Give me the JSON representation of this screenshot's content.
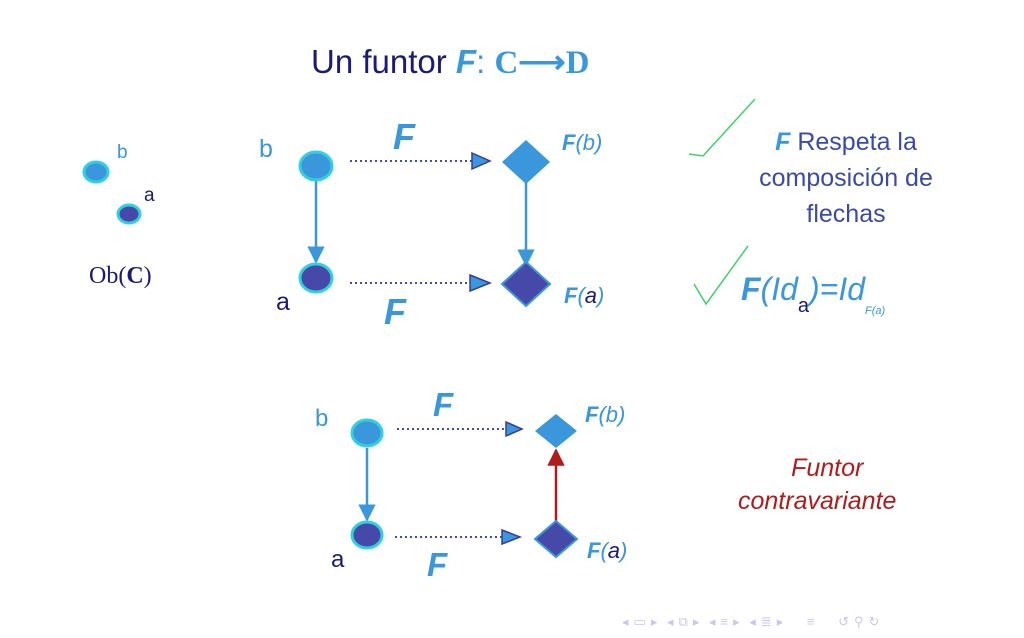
{
  "title": {
    "prefix": "Un funtor",
    "F": "F",
    "colon": ":",
    "C": "C",
    "arrow": "⟶",
    "D": "D"
  },
  "objects": {
    "b_label": "b",
    "a_label": "a",
    "caption_prefix": "Ob(",
    "caption_C": "C",
    "caption_suffix": ")"
  },
  "diagram1": {
    "b": "b",
    "a": "a",
    "F_top": "F",
    "F_bottom": "F",
    "Fb_F": "F",
    "Fb_arg": "(b)",
    "Fa_F": "F",
    "Fa_open": "(",
    "Fa_a": "a",
    "Fa_close": ")"
  },
  "properties": {
    "composition_F": "F",
    "composition_line1": " Respeta la",
    "composition_line2": "composición de",
    "composition_line3": "flechas",
    "identity_F": "F",
    "identity_open": "(Id",
    "identity_sub_a": "a",
    "identity_mid": ")=Id",
    "identity_sub_Fa": "F(a)"
  },
  "diagram2": {
    "b": "b",
    "a": "a",
    "F_top": "F",
    "F_bottom": "F",
    "Fb_F": "F",
    "Fb_arg": "(b)",
    "Fa_F": "F",
    "Fa_open": "(",
    "Fa_a": "a",
    "Fa_close": ")"
  },
  "contravariant": {
    "line1": "Funtor",
    "line2": "contravariante"
  },
  "colors": {
    "light_blue": "#3a97dc",
    "navy": "#1a1a7a",
    "node_dark": "#4649a8",
    "cyan_ring": "#2fd0e0",
    "check_green": "#3fd06a",
    "contra_red": "#b01c1c"
  },
  "nav_icons": [
    "arrow-left-icon",
    "frame-icon",
    "arrow-right-icon",
    "arrow-left-icon",
    "subsection-icon",
    "arrow-right-icon",
    "arrow-left-icon",
    "section-icon",
    "arrow-right-icon",
    "arrow-left-icon",
    "subsection-icon",
    "arrow-right-icon",
    "align-icon",
    "undo-icon",
    "zoom-icon",
    "redo-icon"
  ]
}
